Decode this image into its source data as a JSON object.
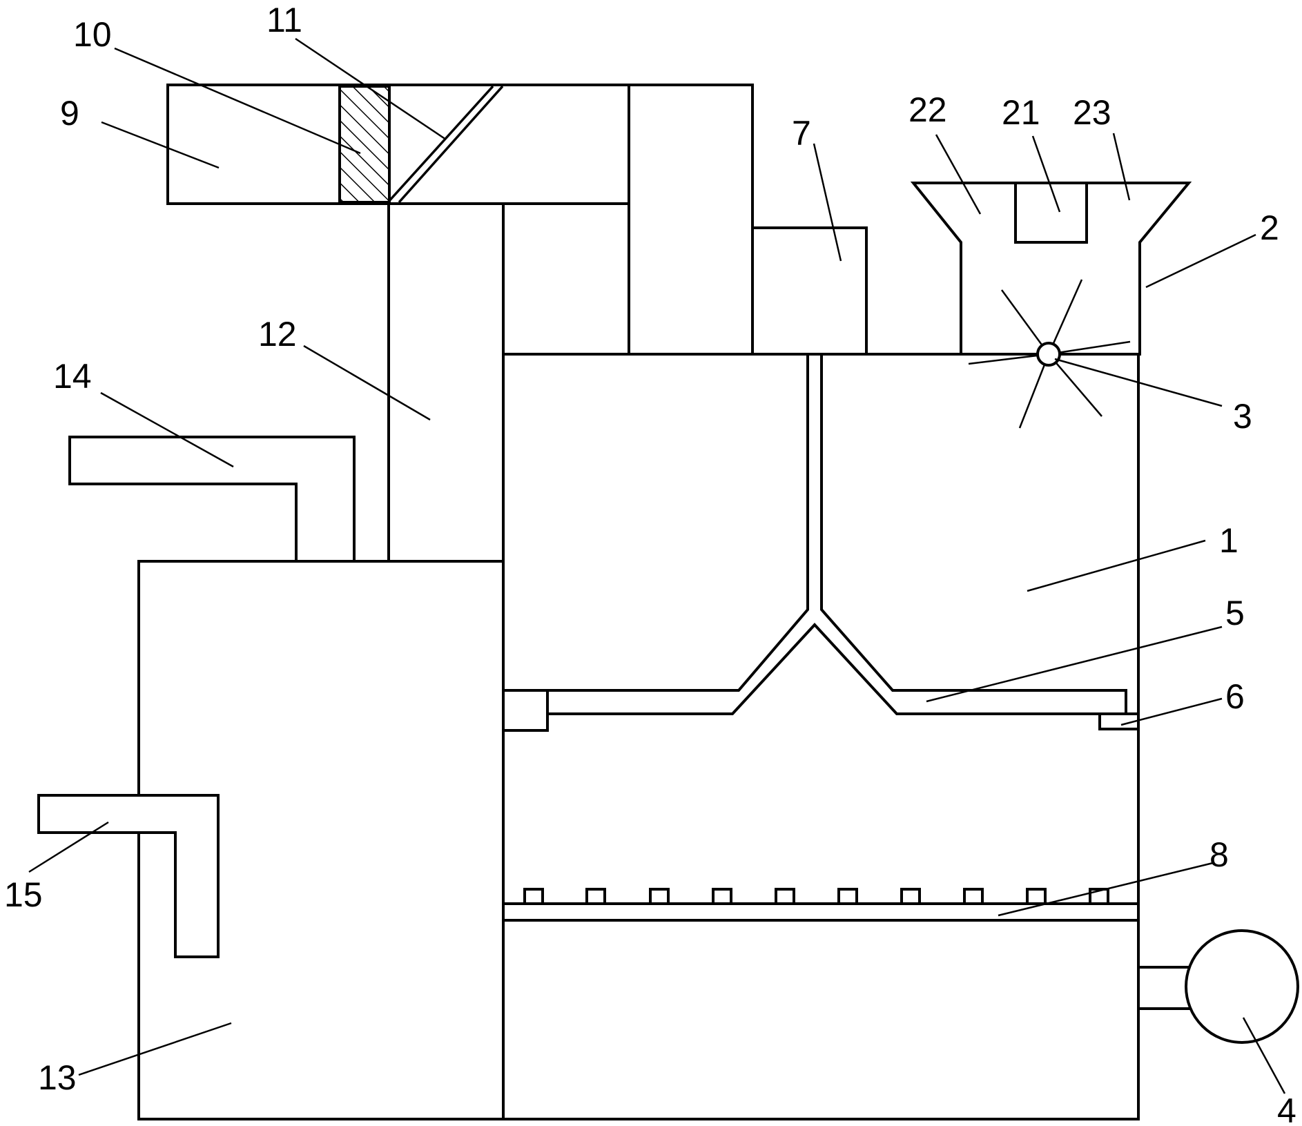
{
  "callouts": {
    "c1": "1",
    "c2": "2",
    "c3": "3",
    "c4": "4",
    "c5": "5",
    "c6": "6",
    "c7": "7",
    "c8": "8",
    "c9": "9",
    "c10": "10",
    "c11": "11",
    "c12": "12",
    "c13": "13",
    "c14": "14",
    "c15": "15",
    "c21": "21",
    "c22": "22",
    "c23": "23"
  },
  "colors": {
    "line": "#000000",
    "background": "#ffffff"
  }
}
